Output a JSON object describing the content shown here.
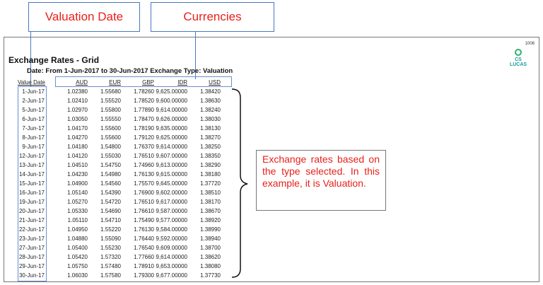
{
  "callouts": {
    "valuation_date": "Valuation Date",
    "currencies": "Currencies",
    "note": "Exchange rates based on the type selected. In this example, it is Valuation."
  },
  "report": {
    "page_number": "1006",
    "logo_text": "CS LUCAS",
    "title": "Exchange Rates - Grid",
    "subtitle": "Date: From  1-Jun-2017 to  30-Jun-2017 Exchange Type: Valuation"
  },
  "table": {
    "headers": [
      "Value Date",
      "AUD",
      "EUR",
      "GBP",
      "IDR",
      "USD"
    ],
    "rows": [
      [
        "1-Jun-17",
        "1.02380",
        "1.55680",
        "1.78260",
        "9,625.00000",
        "1.38420"
      ],
      [
        "2-Jun-17",
        "1.02410",
        "1.55520",
        "1.78520",
        "9,600.00000",
        "1.38630"
      ],
      [
        "5-Jun-17",
        "1.02970",
        "1.55800",
        "1.77890",
        "9,614.00000",
        "1.38240"
      ],
      [
        "6-Jun-17",
        "1.03050",
        "1.55550",
        "1.78470",
        "9,626.00000",
        "1.38030"
      ],
      [
        "7-Jun-17",
        "1.04170",
        "1.55600",
        "1.78190",
        "9,635.00000",
        "1.38130"
      ],
      [
        "8-Jun-17",
        "1.04270",
        "1.55600",
        "1.79120",
        "9,625.00000",
        "1.38270"
      ],
      [
        "9-Jun-17",
        "1.04180",
        "1.54800",
        "1.76370",
        "9,614.00000",
        "1.38250"
      ],
      [
        "12-Jun-17",
        "1.04120",
        "1.55030",
        "1.76510",
        "9,607.00000",
        "1.38350"
      ],
      [
        "13-Jun-17",
        "1.04510",
        "1.54750",
        "1.74960",
        "9,613.00000",
        "1.38290"
      ],
      [
        "14-Jun-17",
        "1.04230",
        "1.54980",
        "1.76130",
        "9,615.00000",
        "1.38180"
      ],
      [
        "15-Jun-17",
        "1.04900",
        "1.54560",
        "1.75570",
        "9,645.00000",
        "1.37720"
      ],
      [
        "16-Jun-17",
        "1.05140",
        "1.54390",
        "1.76900",
        "9,602.00000",
        "1.38510"
      ],
      [
        "19-Jun-17",
        "1.05270",
        "1.54720",
        "1.76510",
        "9,617.00000",
        "1.38170"
      ],
      [
        "20-Jun-17",
        "1.05330",
        "1.54690",
        "1.76610",
        "9,587.00000",
        "1.38670"
      ],
      [
        "21-Jun-17",
        "1.05110",
        "1.54710",
        "1.75490",
        "9,577.00000",
        "1.38920"
      ],
      [
        "22-Jun-17",
        "1.04950",
        "1.55220",
        "1.76130",
        "9,584.00000",
        "1.38990"
      ],
      [
        "23-Jun-17",
        "1.04880",
        "1.55090",
        "1.76440",
        "9,592.00000",
        "1.38940"
      ],
      [
        "27-Jun-17",
        "1.05400",
        "1.55230",
        "1.76540",
        "9,609.00000",
        "1.38700"
      ],
      [
        "28-Jun-17",
        "1.05420",
        "1.57320",
        "1.77660",
        "9,614.00000",
        "1.38620"
      ],
      [
        "29-Jun-17",
        "1.05750",
        "1.57480",
        "1.78910",
        "9,653.00000",
        "1.38080"
      ],
      [
        "30-Jun-17",
        "1.06030",
        "1.57580",
        "1.79300",
        "9,677.00000",
        "1.37730"
      ]
    ]
  },
  "colors": {
    "callout_text": "#e8201a",
    "callout_border": "#4a78c0",
    "logo": "#1a9a9a"
  }
}
